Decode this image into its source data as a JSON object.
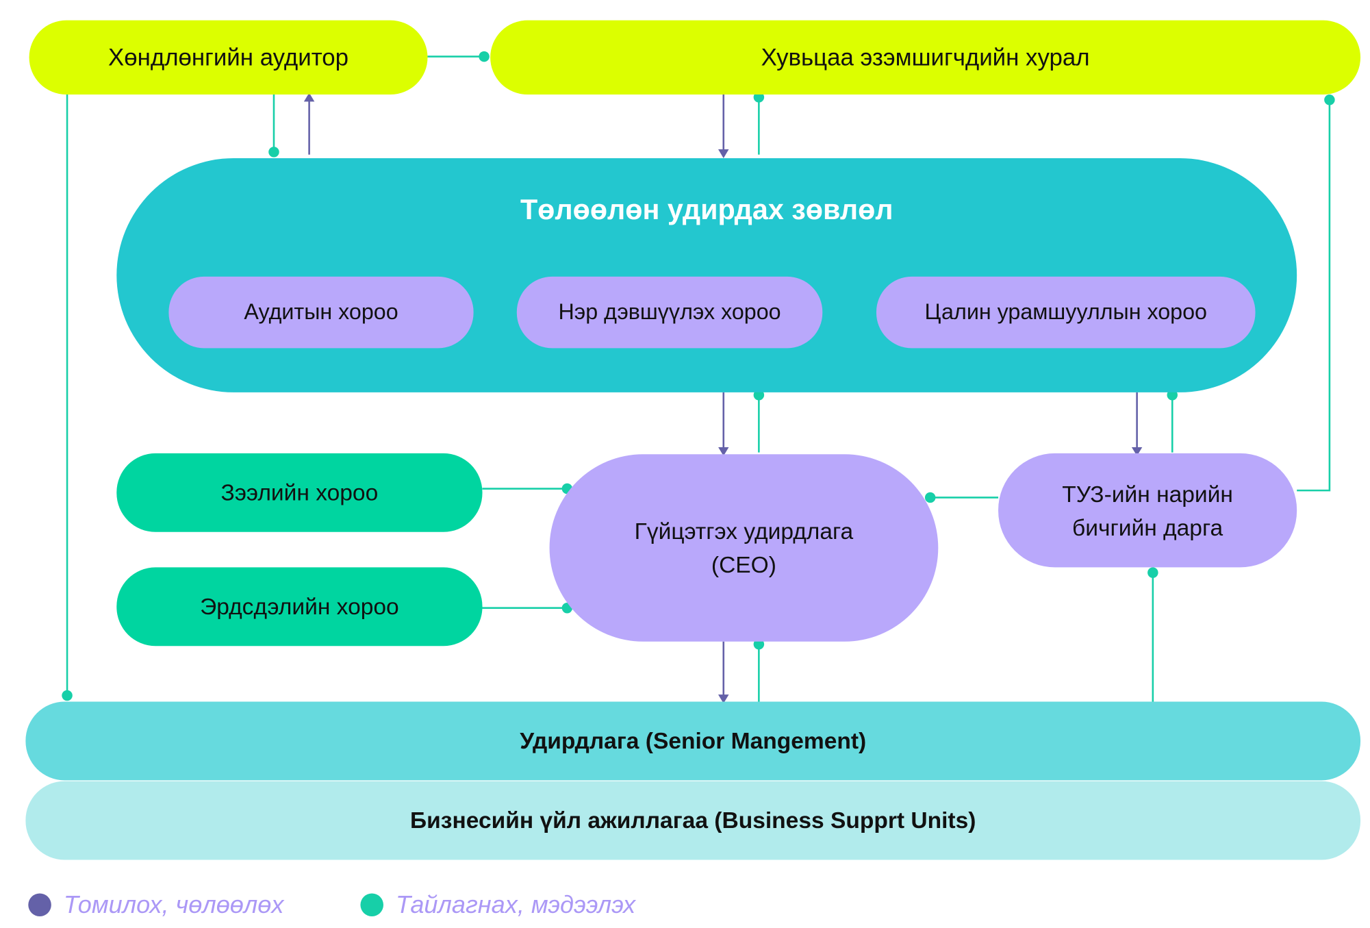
{
  "nodes": {
    "auditor": "Хөндлөнгийн аудитор",
    "shareholders": "Хувьцаа эзэмшигчдийн хурал",
    "board": {
      "title": "Төлөөлөн удирдах зөвлөл",
      "committees": [
        "Аудитын хороо",
        "Нэр дэвшүүлэх хороо",
        "Цалин урамшууллын хороо"
      ]
    },
    "loan_committee": "Зээлийн хороо",
    "risk_committee": "Эрдсдэлийн хороо",
    "ceo": {
      "line1": "Гүйцэтгэх удирдлага",
      "line2": "(CEO)"
    },
    "secretary": {
      "line1": "ТУЗ-ийн нарийн",
      "line2": "бичгийн дарга"
    },
    "management": "Удирдлага (Senior Mangement)",
    "business": "Бизнесийн үйл ажиллагаа (Business Supprt Units)"
  },
  "legend": [
    {
      "label": "Томилох, чөлөөлөх",
      "color": "#6461a8"
    },
    {
      "label": "Тайлагнах, мэдээлэх",
      "color": "#17cfa8"
    }
  ],
  "colors": {
    "appoint": "#6461a8",
    "report": "#17cfa8",
    "top_nodes": "#dcff00",
    "board": "#23c7cf",
    "committees_purple": "#b9a8fb",
    "committees_green": "#00d5a0",
    "management": "#66dade",
    "business": "#b1ebec",
    "legend_text": "#ab98f6"
  }
}
